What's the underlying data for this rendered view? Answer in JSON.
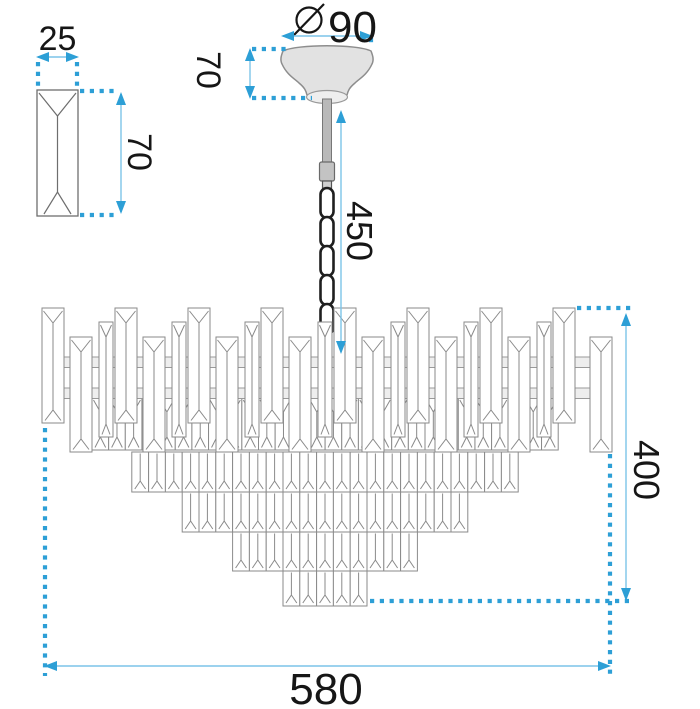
{
  "drawing": {
    "kind": "chandelier-dimension-drawing"
  },
  "dimensions": {
    "crystal_detail": {
      "width": "25",
      "height": "70"
    },
    "canopy": {
      "diameter_symbol": "⌀",
      "diameter": "90",
      "height": "70"
    },
    "suspension": {
      "length": "450"
    },
    "body": {
      "height": "400",
      "width": "580"
    }
  },
  "colors": {
    "dimension_accent": "#2d9fd6",
    "dimension_line": "#7cc4e8",
    "line_art": "#6e6e6e",
    "line_art_light": "#8a8a8a",
    "chain_dark": "#1f1f1f",
    "canopy_fill": "#e2e2e2",
    "band_fill": "#eeeeee",
    "metal_fill": "#b9b9b9",
    "text": "#161616"
  }
}
